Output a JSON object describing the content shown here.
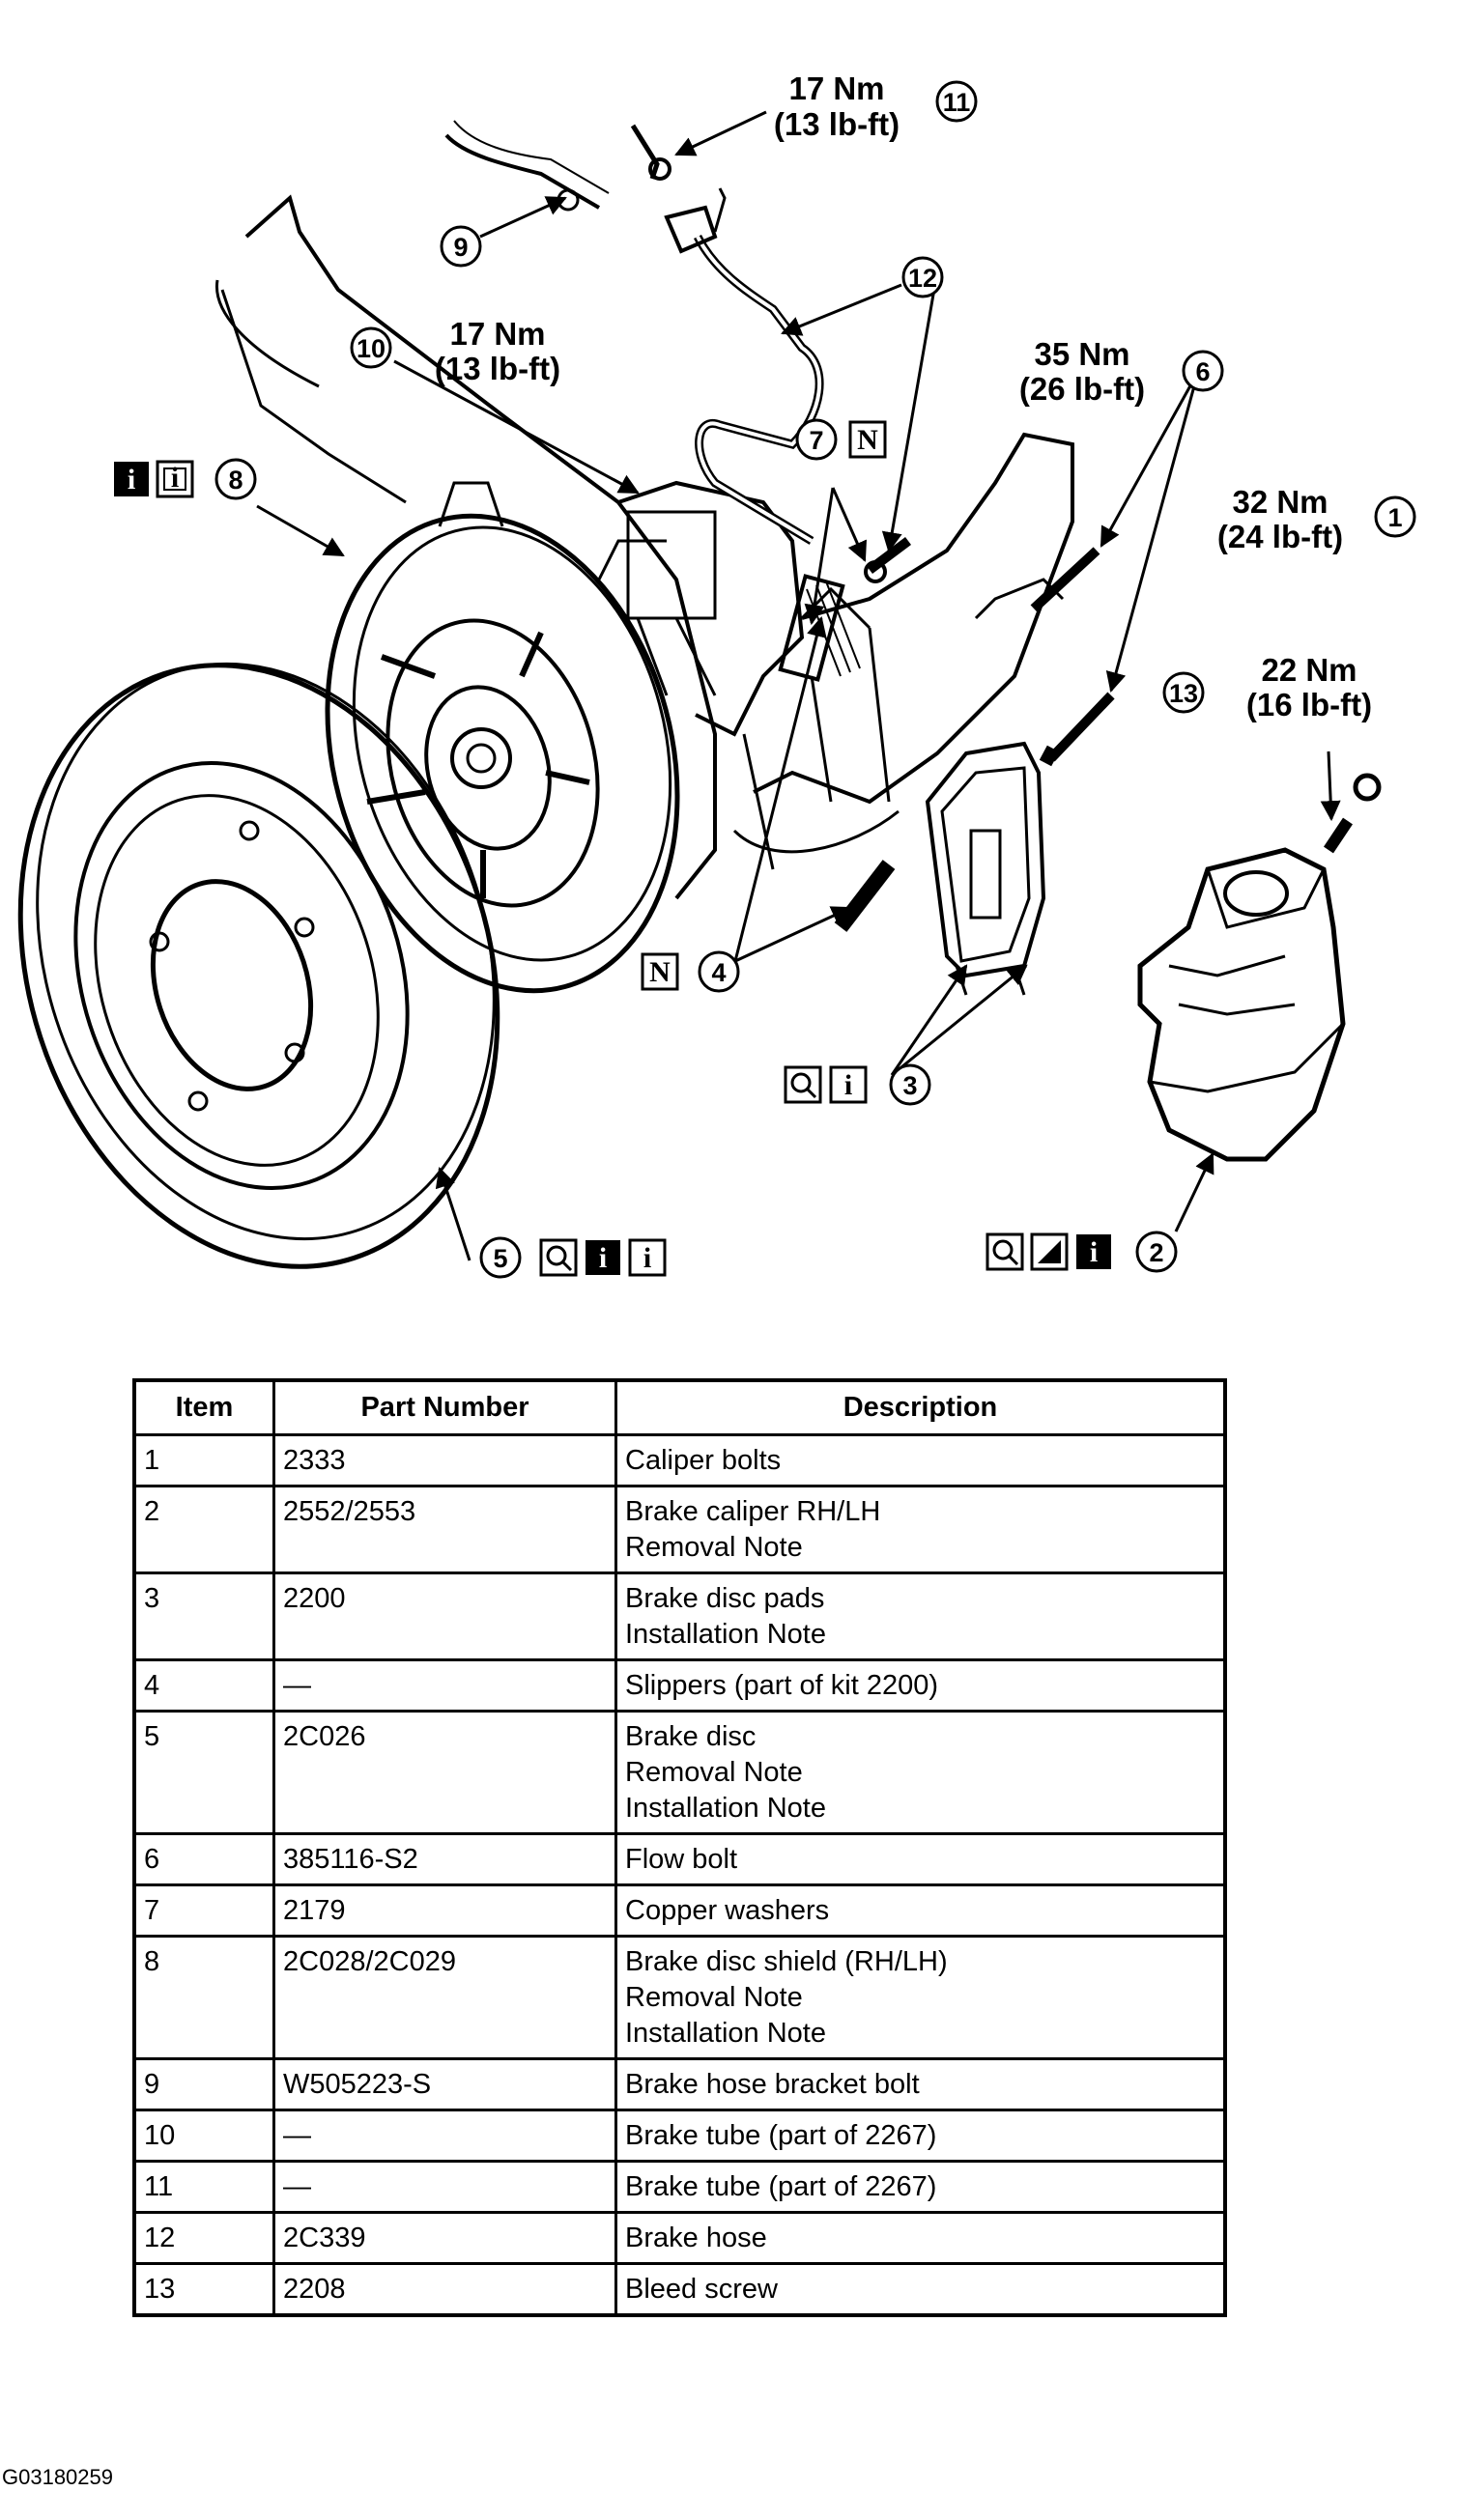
{
  "callouts": [
    {
      "number": "1",
      "torque_nm": "32 Nm",
      "torque_lbft": "(24 lb-ft)"
    },
    {
      "number": "2"
    },
    {
      "number": "3"
    },
    {
      "number": "4"
    },
    {
      "number": "5"
    },
    {
      "number": "6",
      "torque_nm": "35 Nm",
      "torque_lbft": "(26 lb-ft)"
    },
    {
      "number": "7"
    },
    {
      "number": "8"
    },
    {
      "number": "9"
    },
    {
      "number": "10",
      "torque_nm": "17 Nm",
      "torque_lbft": "(13 lb-ft)"
    },
    {
      "number": "11",
      "torque_nm": "17 Nm",
      "torque_lbft": "(13 lb-ft)"
    },
    {
      "number": "12"
    },
    {
      "number": "13",
      "torque_nm": "22 Nm",
      "torque_lbft": "(16 lb-ft)"
    }
  ],
  "symbols": {
    "new_part": "N",
    "info": "i"
  },
  "table": {
    "headers": [
      "Item",
      "Part Number",
      "Description"
    ],
    "rows": [
      {
        "item": "1",
        "part": "2333",
        "desc": [
          "Caliper bolts"
        ]
      },
      {
        "item": "2",
        "part": "2552/2553",
        "desc": [
          "Brake caliper RH/LH",
          "Removal Note"
        ]
      },
      {
        "item": "3",
        "part": "2200",
        "desc": [
          "Brake disc pads",
          "Installation Note"
        ]
      },
      {
        "item": "4",
        "part": "—",
        "desc": [
          "Slippers (part of kit 2200)"
        ]
      },
      {
        "item": "5",
        "part": "2C026",
        "desc": [
          "Brake disc",
          "Removal Note",
          "Installation Note"
        ]
      },
      {
        "item": "6",
        "part": "385116-S2",
        "desc": [
          "Flow bolt"
        ]
      },
      {
        "item": "7",
        "part": "2179",
        "desc": [
          "Copper washers"
        ]
      },
      {
        "item": "8",
        "part": "2C028/2C029",
        "desc": [
          "Brake disc shield (RH/LH)",
          "Removal Note",
          "Installation Note"
        ]
      },
      {
        "item": "9",
        "part": "W505223-S",
        "desc": [
          "Brake hose bracket bolt"
        ]
      },
      {
        "item": "10",
        "part": "—",
        "desc": [
          "Brake tube (part of 2267)"
        ]
      },
      {
        "item": "11",
        "part": "—",
        "desc": [
          "Brake tube (part of 2267)"
        ]
      },
      {
        "item": "12",
        "part": "2C339",
        "desc": [
          "Brake hose"
        ]
      },
      {
        "item": "13",
        "part": "2208",
        "desc": [
          "Bleed screw"
        ]
      }
    ]
  },
  "figure_id": "G03180259",
  "colors": {
    "ink": "#000000",
    "paper": "#ffffff"
  }
}
